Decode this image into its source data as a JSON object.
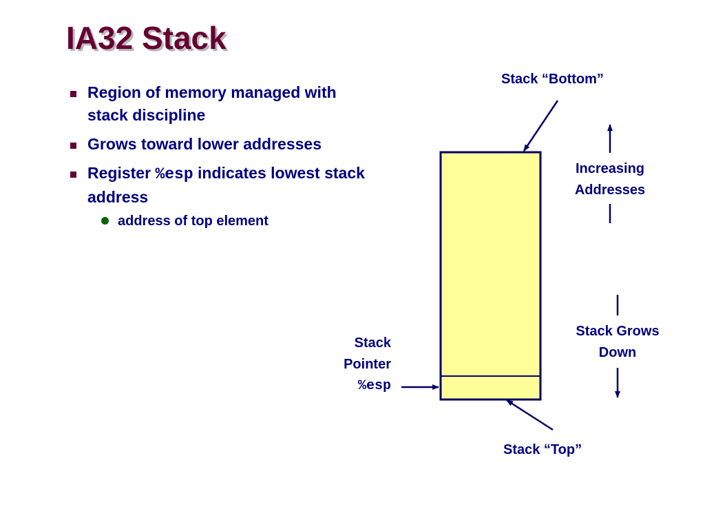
{
  "title": "IA32 Stack",
  "bullets": [
    {
      "text": "Region of memory managed with stack discipline"
    },
    {
      "text": "Grows toward lower addresses"
    },
    {
      "text_before": "Register ",
      "code": "%esp",
      "text_after": " indicates lowest  stack address"
    }
  ],
  "sub_bullets": [
    {
      "text": "address of top element"
    }
  ],
  "diagram": {
    "stack_bottom_label": "Stack “Bottom”",
    "stack_top_label": "Stack “Top”",
    "increasing_addresses_line1": "Increasing",
    "increasing_addresses_line2": "Addresses",
    "grows_down_line1": "Stack Grows",
    "grows_down_line2": "Down",
    "pointer_line1": "Stack",
    "pointer_line2": "Pointer",
    "pointer_register": "%esp",
    "stack_fill_color": "#ffff99",
    "stack_border_color": "#000066"
  },
  "colors": {
    "title": "#660033",
    "text": "#000080",
    "bullet": "#660033",
    "sub_bullet": "#006600"
  }
}
